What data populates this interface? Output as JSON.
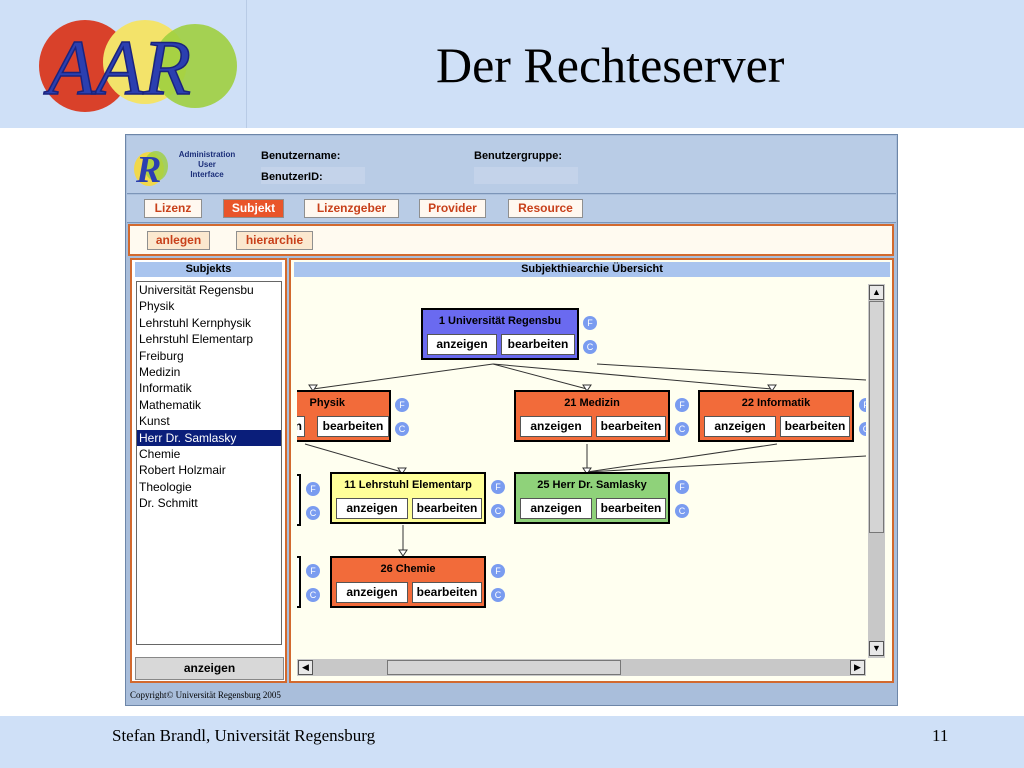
{
  "slide": {
    "title": "Der Rechteserver",
    "logo_text": "AAR",
    "footer_left": "Stefan Brandl, Universität Regensburg",
    "page_number": "11"
  },
  "app": {
    "logo_letter": "R",
    "logo_lines": [
      "Administration",
      "User",
      "Interface"
    ],
    "header": {
      "username_label": "Benutzername:",
      "userid_label": "BenutzerID:",
      "usergroup_label": "Benutzergruppe:"
    },
    "menu": [
      "Lizenz",
      "Subjekt",
      "Lizenzgeber",
      "Provider",
      "Resource"
    ],
    "menu_active": "Subjekt",
    "actions": [
      "anlegen",
      "hierarchie"
    ],
    "left_panel": {
      "title": "Subjekts",
      "items": [
        "Universität Regensbu",
        "Physik",
        "Lehrstuhl Kernphysik",
        "Lehrstuhl Elementarp",
        "Freiburg",
        "Medizin",
        "Informatik",
        "Mathematik",
        "Kunst",
        "Herr Dr. Samlasky",
        "Chemie",
        "Robert Holzmair",
        "Theologie",
        "Dr. Schmitt"
      ],
      "selected_item": "Herr Dr. Samlasky",
      "button_label": "anzeigen"
    },
    "right_panel": {
      "title": "Subjekthiearchie Übersicht",
      "nodes": [
        {
          "title": "1 Universität Regensbu",
          "color": "#6a6af0",
          "show_label": "anzeigen",
          "edit_label": "bearbeiten"
        },
        {
          "title": "Physik",
          "color": "#f26b3a",
          "show_label": "n",
          "edit_label": "bearbeiten"
        },
        {
          "title": "21 Medizin",
          "color": "#f26b3a",
          "show_label": "anzeigen",
          "edit_label": "bearbeiten"
        },
        {
          "title": "22 Informatik",
          "color": "#f26b3a",
          "show_label": "anzeigen",
          "edit_label": "bearbeiten"
        },
        {
          "title": "11 Lehrstuhl Elementarp",
          "color": "#ffff99",
          "show_label": "anzeigen",
          "edit_label": "bearbeiten"
        },
        {
          "title": "25 Herr Dr. Samlasky",
          "color": "#8fd27a",
          "show_label": "anzeigen",
          "edit_label": "bearbeiten"
        },
        {
          "title": "26 Chemie",
          "color": "#f26b3a",
          "show_label": "anzeigen",
          "edit_label": "bearbeiten"
        }
      ],
      "badge_f": "F",
      "badge_c": "C"
    },
    "copyright": "Copyright© Universität Regensburg 2005"
  },
  "colors": {
    "slide_band": "#cfe0f7",
    "accent_orange": "#d2692e",
    "panel_title_blue": "#a9c4ee",
    "selected_blue": "#0a1e7a"
  }
}
